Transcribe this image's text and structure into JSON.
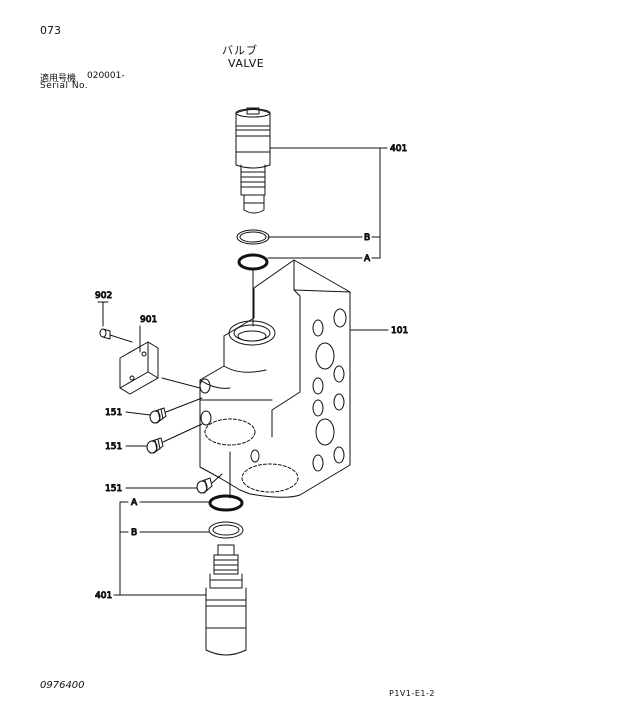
{
  "header": {
    "page_number": "073",
    "title_jp": "バルブ",
    "title_en": "VALVE",
    "serial_label_jp": "適用号機",
    "serial_value": "020001-",
    "serial_label_en": "Serial No."
  },
  "footer": {
    "doc_code": "0976400",
    "sheet_code": "P1V1-E1-2"
  },
  "callouts": {
    "relief_valve_top": "401",
    "relief_valve_bottom": "401",
    "valve_body": "101",
    "bolt": "902",
    "plate": "901",
    "plug_1": "151",
    "plug_2": "151",
    "plug_3": "151",
    "backup_ring_top": "B",
    "oring_top": "A",
    "oring_bottom": "A",
    "backup_ring_bottom": "B"
  }
}
